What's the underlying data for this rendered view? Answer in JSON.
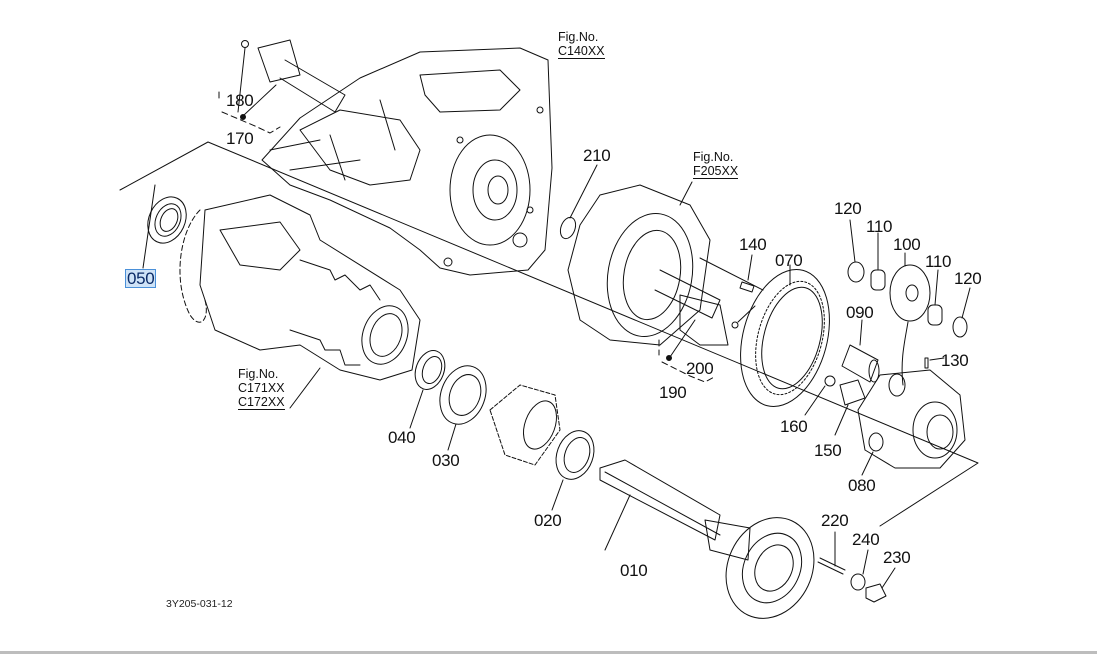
{
  "diagram": {
    "drawing_code": "3Y205-031-12",
    "selected_callout": "050",
    "highlight_color": "#cfe3f7",
    "callouts": [
      {
        "id": "180",
        "label": "180"
      },
      {
        "id": "170",
        "label": "170"
      },
      {
        "id": "050",
        "label": "050"
      },
      {
        "id": "210",
        "label": "210"
      },
      {
        "id": "140",
        "label": "140"
      },
      {
        "id": "070",
        "label": "070"
      },
      {
        "id": "120a",
        "label": "120"
      },
      {
        "id": "110a",
        "label": "110"
      },
      {
        "id": "100",
        "label": "100"
      },
      {
        "id": "110b",
        "label": "110"
      },
      {
        "id": "120b",
        "label": "120"
      },
      {
        "id": "090",
        "label": "090"
      },
      {
        "id": "130",
        "label": "130"
      },
      {
        "id": "200",
        "label": "200"
      },
      {
        "id": "190",
        "label": "190"
      },
      {
        "id": "160",
        "label": "160"
      },
      {
        "id": "150",
        "label": "150"
      },
      {
        "id": "080",
        "label": "080"
      },
      {
        "id": "040",
        "label": "040"
      },
      {
        "id": "030",
        "label": "030"
      },
      {
        "id": "020",
        "label": "020"
      },
      {
        "id": "010",
        "label": "010"
      },
      {
        "id": "220",
        "label": "220"
      },
      {
        "id": "240",
        "label": "240"
      },
      {
        "id": "230",
        "label": "230"
      }
    ],
    "figure_refs": [
      {
        "id": "c140",
        "title": "Fig.No.",
        "codes": [
          "C140XX"
        ]
      },
      {
        "id": "f205",
        "title": "Fig.No.",
        "codes": [
          "F205XX"
        ]
      },
      {
        "id": "c171",
        "title": "Fig.No.",
        "codes": [
          "C171XX",
          "C172XX"
        ]
      }
    ]
  }
}
